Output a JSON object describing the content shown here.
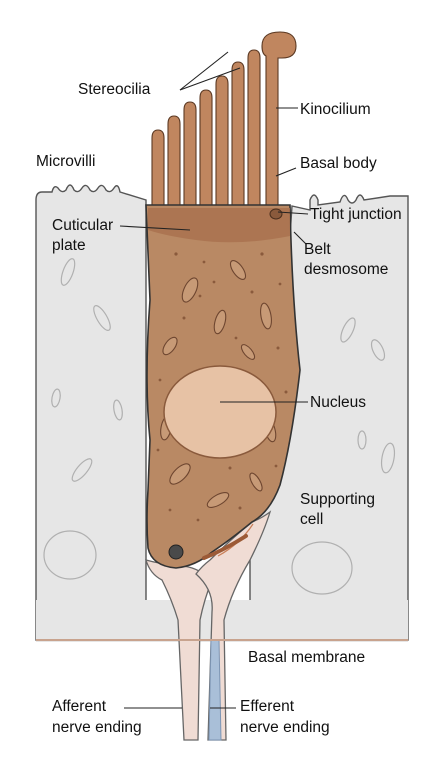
{
  "diagram": {
    "labels": {
      "stereocilia": "Stereocilia",
      "kinocilium": "Kinocilium",
      "microvilli": "Microvilli",
      "basal_body": "Basal body",
      "tight_junction": "Tight junction",
      "cuticular_plate_line1": "Cuticular",
      "cuticular_plate_line2": "plate",
      "belt_desmosome_line1": "Belt",
      "belt_desmosome_line2": "desmosome",
      "nucleus": "Nucleus",
      "supporting_cell_line1": "Supporting",
      "supporting_cell_line2": "cell",
      "basal_membrane": "Basal membrane",
      "afferent_line1": "Afferent",
      "afferent_line2": "nerve ending",
      "efferent_line1": "Efferent",
      "efferent_line2": "nerve ending"
    },
    "colors": {
      "hair_cell": "#b98964",
      "cuticular_plate": "#a9724f",
      "nucleus": "#e7c2a5",
      "supporting_cell": "#e6e6e6",
      "nerve": "#f0dcd4",
      "efferent_core": "#a9bfd8",
      "basal_membrane": "#c8a38e"
    }
  }
}
